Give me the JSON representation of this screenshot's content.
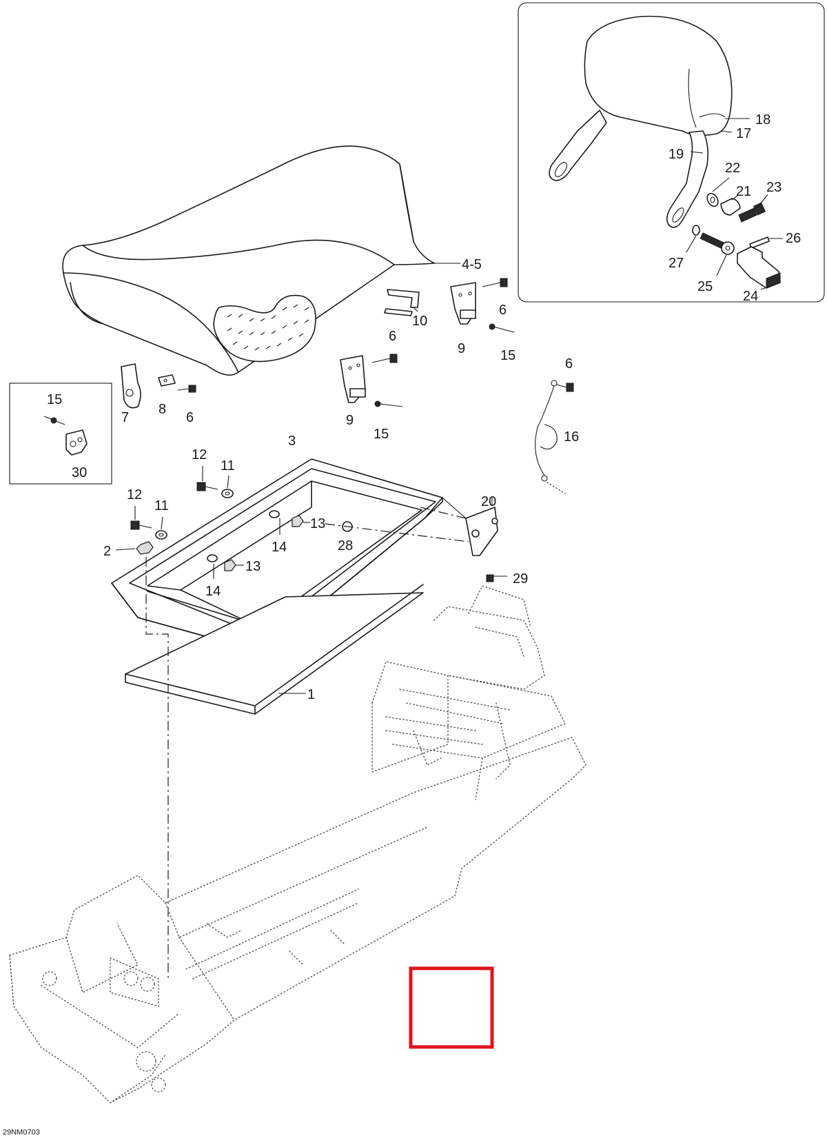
{
  "diagram": {
    "document_code": "29NM0703",
    "callouts": [
      {
        "id": "c-4-5",
        "label": "4-5"
      },
      {
        "id": "c-10",
        "label": "10"
      },
      {
        "id": "c-9a",
        "label": "9"
      },
      {
        "id": "c-6a",
        "label": "6"
      },
      {
        "id": "c-15a",
        "label": "15"
      },
      {
        "id": "c-6b",
        "label": "6"
      },
      {
        "id": "c-9b",
        "label": "9"
      },
      {
        "id": "c-15b",
        "label": "15"
      },
      {
        "id": "c-7",
        "label": "7"
      },
      {
        "id": "c-8",
        "label": "8"
      },
      {
        "id": "c-6c",
        "label": "6"
      },
      {
        "id": "c-15c",
        "label": "15"
      },
      {
        "id": "c-30",
        "label": "30"
      },
      {
        "id": "c-6d",
        "label": "6"
      },
      {
        "id": "c-16",
        "label": "16"
      },
      {
        "id": "c-3",
        "label": "3"
      },
      {
        "id": "c-12a",
        "label": "12"
      },
      {
        "id": "c-11a",
        "label": "11"
      },
      {
        "id": "c-12b",
        "label": "12"
      },
      {
        "id": "c-11b",
        "label": "11"
      },
      {
        "id": "c-2",
        "label": "2"
      },
      {
        "id": "c-13a",
        "label": "13"
      },
      {
        "id": "c-14a",
        "label": "14"
      },
      {
        "id": "c-13b",
        "label": "13"
      },
      {
        "id": "c-14b",
        "label": "14"
      },
      {
        "id": "c-28",
        "label": "28"
      },
      {
        "id": "c-20",
        "label": "20"
      },
      {
        "id": "c-29",
        "label": "29"
      },
      {
        "id": "c-1",
        "label": "1"
      },
      {
        "id": "c-18",
        "label": "18"
      },
      {
        "id": "c-17",
        "label": "17"
      },
      {
        "id": "c-19",
        "label": "19"
      },
      {
        "id": "c-22",
        "label": "22"
      },
      {
        "id": "c-21",
        "label": "21"
      },
      {
        "id": "c-23",
        "label": "23"
      },
      {
        "id": "c-26",
        "label": "26"
      },
      {
        "id": "c-27",
        "label": "27"
      },
      {
        "id": "c-25",
        "label": "25"
      },
      {
        "id": "c-24",
        "label": "24"
      }
    ],
    "highlight_color": "#e0141e"
  }
}
